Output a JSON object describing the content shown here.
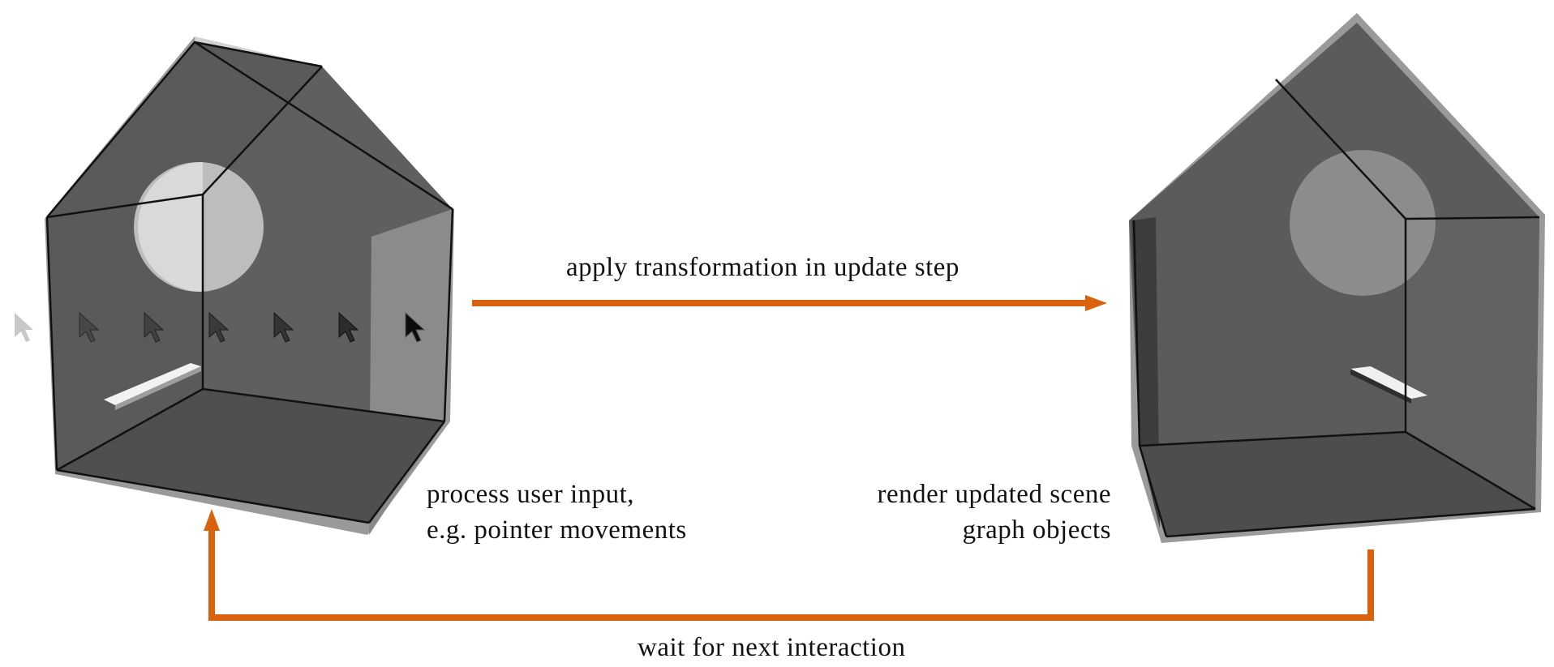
{
  "labels": {
    "apply_transformation": "apply transformation in update step",
    "process_input_line1": "process user input,",
    "process_input_line2": "e.g. pointer movements",
    "render_line1": "render updated scene",
    "render_line2": "graph objects",
    "wait": "wait for next interaction"
  },
  "colors": {
    "arrow": "#d9620e",
    "house_dark": "#5a5a5a",
    "house_light": "#d0d0d0",
    "window": "#bdbdbd",
    "edge": "#111111"
  },
  "icons": {
    "pointer": "mouse-pointer-icon"
  }
}
